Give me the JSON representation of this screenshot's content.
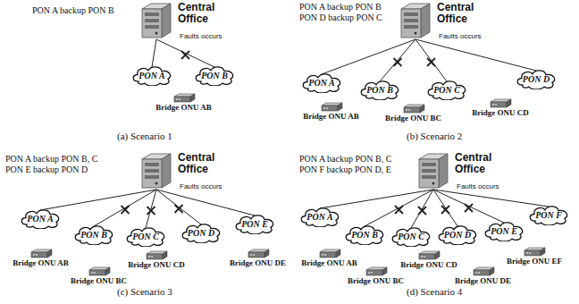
{
  "diagram": {
    "nodes": [
      {
        "text": [
          "Central Office"
        ]
      },
      {
        "text": [
          "PON A"
        ]
      },
      {
        "text": [
          "PON B"
        ]
      },
      {
        "text": [
          "Bridge ONU AB"
        ]
      },
      {
        "text": [
          "Central Office"
        ]
      },
      {
        "text": [
          "PON A"
        ]
      },
      {
        "text": [
          "PON B"
        ]
      },
      {
        "text": [
          "PON C"
        ]
      },
      {
        "text": [
          "PON D"
        ]
      },
      {
        "text": [
          "Bridge ONU AB"
        ]
      },
      {
        "text": [
          "Bridge ONU BC"
        ]
      },
      {
        "text": [
          "Bridge ONU CD"
        ]
      },
      {
        "text": [
          "Central Office"
        ]
      },
      {
        "text": [
          "PON A"
        ]
      },
      {
        "text": [
          "PON B"
        ]
      },
      {
        "text": [
          "PON C"
        ]
      },
      {
        "text": [
          "PON D"
        ]
      },
      {
        "text": [
          "PON E"
        ]
      },
      {
        "text": [
          "Bridge ONU AB"
        ]
      },
      {
        "text": [
          "Bridge ONU BC"
        ]
      },
      {
        "text": [
          "Bridge ONU CD"
        ]
      },
      {
        "text": [
          "Bridge ONU DE"
        ]
      },
      {
        "text": [
          "Central Office"
        ]
      },
      {
        "text": [
          "PON A"
        ]
      },
      {
        "text": [
          "PON B"
        ]
      },
      {
        "text": [
          "PON C"
        ]
      },
      {
        "text": [
          "PON D"
        ]
      },
      {
        "text": [
          "PON E"
        ]
      },
      {
        "text": [
          "PON F"
        ]
      },
      {
        "text": [
          "Bridge ONU AB"
        ]
      },
      {
        "text": [
          "Bridge ONU BC"
        ]
      },
      {
        "text": [
          "Bridge ONU CD"
        ]
      },
      {
        "text": [
          "Bridge ONU DE"
        ]
      },
      {
        "text": [
          "Bridge ONU EF"
        ]
      }
    ],
    "edges": [
      {
        "from": 0,
        "to": 1,
        "arrow": "none"
      },
      {
        "from": 0,
        "to": 2,
        "arrow": "none"
      },
      {
        "from": 4,
        "to": 5,
        "arrow": "none"
      },
      {
        "from": 4,
        "to": 6,
        "arrow": "none"
      },
      {
        "from": 4,
        "to": 7,
        "arrow": "none"
      },
      {
        "from": 4,
        "to": 8,
        "arrow": "none"
      },
      {
        "from": 12,
        "to": 13,
        "arrow": "none"
      },
      {
        "from": 12,
        "to": 14,
        "arrow": "none"
      },
      {
        "from": 12,
        "to": 15,
        "arrow": "none"
      },
      {
        "from": 12,
        "to": 16,
        "arrow": "none"
      },
      {
        "from": 12,
        "to": 17,
        "arrow": "none"
      },
      {
        "from": 22,
        "to": 23,
        "arrow": "none"
      },
      {
        "from": 22,
        "to": 24,
        "arrow": "none"
      },
      {
        "from": 22,
        "to": 25,
        "arrow": "none"
      },
      {
        "from": 22,
        "to": 26,
        "arrow": "none"
      },
      {
        "from": 22,
        "to": 27,
        "arrow": "none"
      },
      {
        "from": 22,
        "to": 28,
        "arrow": "none"
      }
    ],
    "labels": [
      "PON A backup PON B",
      "Faults occurs",
      "(a) Scenario 1",
      "PON A backup PON B",
      "PON D backup PON C",
      "Faults occurs",
      "(b) Scenario 2",
      "PON A backup PON B, C",
      "PON E backup PON D",
      "Faults occurs",
      "(c) Scenario 3",
      "PON A backup PON B, C",
      "PON F backup PON D, E",
      "Faults occurs",
      "(d) Scenario 4"
    ]
  }
}
